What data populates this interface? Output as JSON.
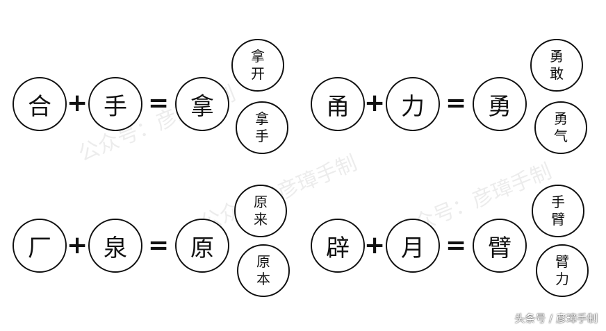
{
  "operators": {
    "plus": "+",
    "equals": "="
  },
  "groups": [
    {
      "part1": "合",
      "part2": "手",
      "result": "拿",
      "words": [
        [
          "拿",
          "开"
        ],
        [
          "拿",
          "手"
        ]
      ]
    },
    {
      "part1": "甬",
      "part2": "力",
      "result": "勇",
      "words": [
        [
          "勇",
          "敢"
        ],
        [
          "勇",
          "气"
        ]
      ]
    },
    {
      "part1": "厂",
      "part2": "泉",
      "result": "原",
      "words": [
        [
          "原",
          "来"
        ],
        [
          "原",
          "本"
        ]
      ]
    },
    {
      "part1": "辟",
      "part2": "月",
      "result": "臂",
      "words": [
        [
          "手",
          "臂"
        ],
        [
          "臂",
          "力"
        ]
      ]
    }
  ],
  "watermark": "公众号：彦璋手制",
  "credit": "头条号 / 彦璋手制"
}
